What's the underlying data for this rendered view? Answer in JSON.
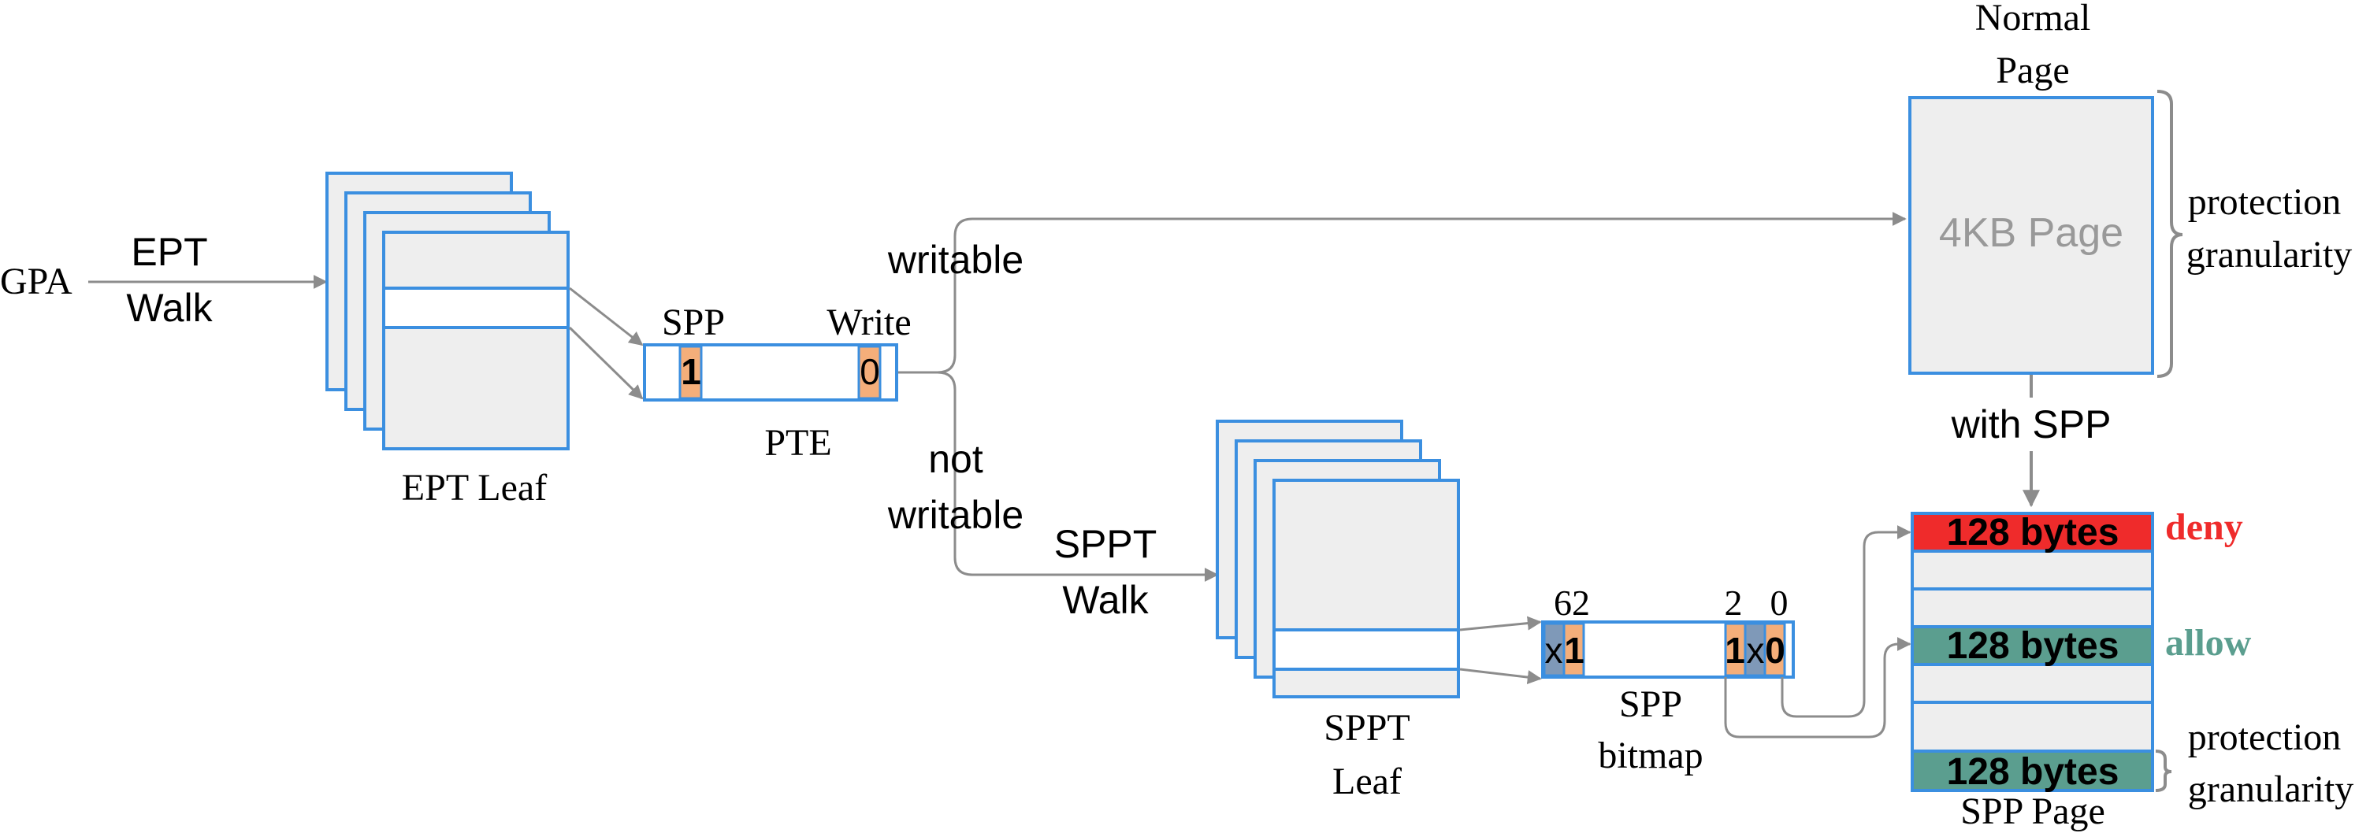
{
  "labels": {
    "gpa": "GPA",
    "ept_walk_1": "EPT",
    "ept_walk_2": "Walk",
    "ept_leaf": "EPT Leaf",
    "spp_field": "SPP",
    "write_field": "Write",
    "spp_bit": "1",
    "write_bit": "0",
    "pte": "PTE",
    "writable": "writable",
    "not_writable_1": "not",
    "not_writable_2": "writable",
    "sppt_walk_1": "SPPT",
    "sppt_walk_2": "Walk",
    "sppt_leaf_1": "SPPT",
    "sppt_leaf_2": "Leaf",
    "bit_62": "62",
    "bit_2": "2",
    "bit_0": "0",
    "bitmap_x_hi": "x",
    "bitmap_1_hi": "1",
    "bitmap_1_lo": "1",
    "bitmap_x_lo": "x",
    "bitmap_0_lo": "0",
    "spp_bitmap_1": "SPP",
    "spp_bitmap_2": "bitmap",
    "normal_page_1": "Normal",
    "normal_page_2": "Page",
    "four_kb_page": "4KB Page",
    "protection_1": "protection",
    "granularity_1": "granularity",
    "with_spp": "with SPP",
    "chunk_1": "128 bytes",
    "chunk_2": "128 bytes",
    "chunk_3": "128 bytes",
    "deny": "deny",
    "allow": "allow",
    "protection_2": "protection",
    "granularity_2": "granularity",
    "spp_page": "SPP Page"
  },
  "colors": {
    "border": "#3b8fe0",
    "fill": "#eeeeee",
    "arrow": "#8c8c8c",
    "bit_orange": "#f4ae7a",
    "bit_blue": "#7f99b8",
    "deny_red": "#ef2b2b",
    "allow_teal": "#5b9e8f",
    "page_text_gray": "#999999"
  }
}
